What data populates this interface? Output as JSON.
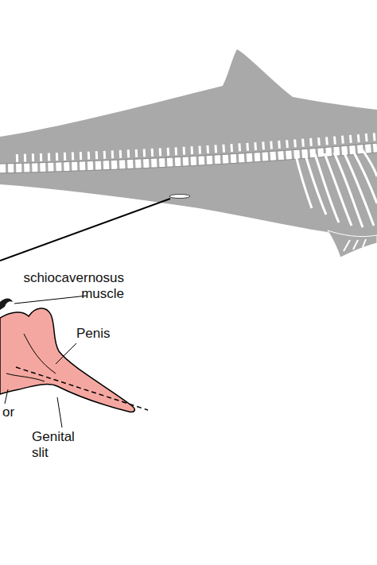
{
  "diagram": {
    "labels": [
      "schiocavernosus muscle",
      "Penis",
      "or",
      "Genital slit"
    ]
  }
}
